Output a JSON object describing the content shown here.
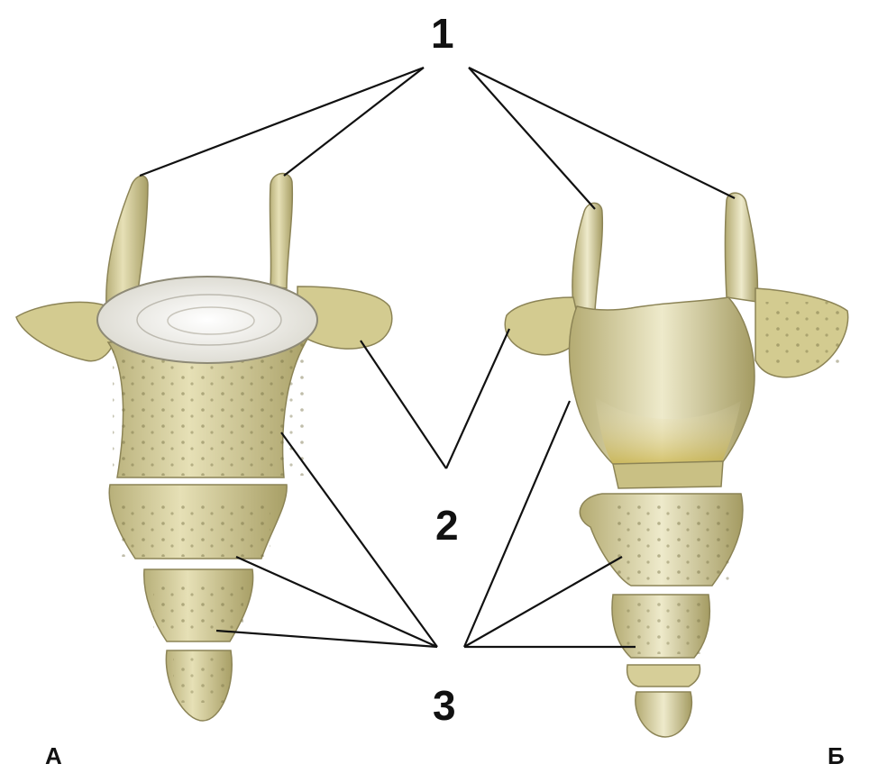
{
  "labels": {
    "one": "1",
    "two": "2",
    "three": "3"
  },
  "views": {
    "left": "А",
    "right": "Б"
  },
  "colors": {
    "bone_light": "#e8e2b8",
    "bone_mid": "#cfc68a",
    "bone_dark": "#9f9660",
    "disc": "#eeeeea",
    "stain": "#c9b24a",
    "line": "#111111"
  }
}
